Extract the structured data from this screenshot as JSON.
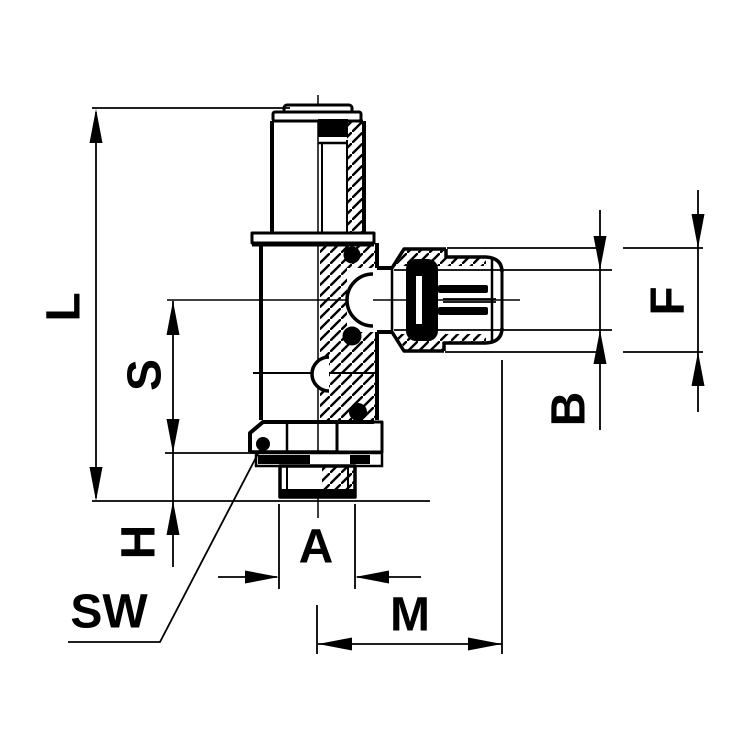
{
  "figure": {
    "background_color": "#ffffff",
    "line_color": "#000000"
  },
  "labels": {
    "L": "L",
    "S": "S",
    "H": "H",
    "SW": "SW",
    "A": "A",
    "M": "M",
    "B": "B",
    "F": "F"
  }
}
